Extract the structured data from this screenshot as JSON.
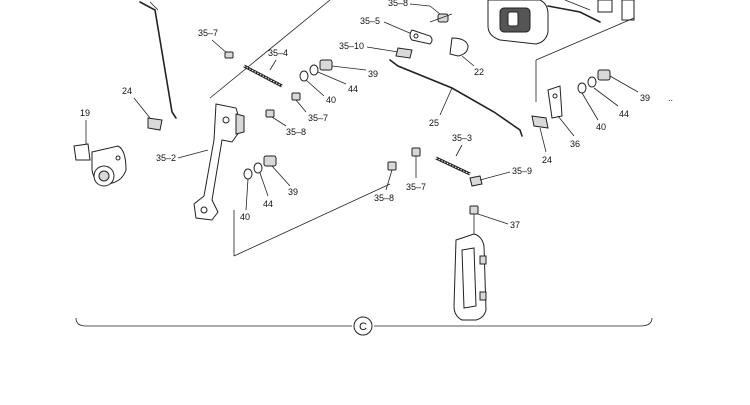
{
  "labels": {
    "l_35_8_top": "35–8",
    "l_35_7_a": "35–7",
    "l_35_5": "35–5",
    "l_35_10": "35–10",
    "l_22": "22",
    "l_35_4": "35–4",
    "l_39_a": "39",
    "l_44_a": "44",
    "l_40_a": "40",
    "l_35_7_b": "35–7",
    "l_35_8_a": "35–8",
    "l_24_a": "24",
    "l_19": "19",
    "l_35_2": "35–2",
    "l_39_b": "39",
    "l_44_b": "44",
    "l_40_b": "40",
    "l_25": "25",
    "l_35_3": "35–3",
    "l_35_7_c": "35–7",
    "l_35_8_b": "35–8",
    "l_35_9": "35–9",
    "l_37": "37",
    "l_24_b": "24",
    "l_36": "36",
    "l_40_c": "40",
    "l_44_c": "44",
    "l_39_c": "39",
    "l_dots": "..",
    "callout": "C"
  }
}
